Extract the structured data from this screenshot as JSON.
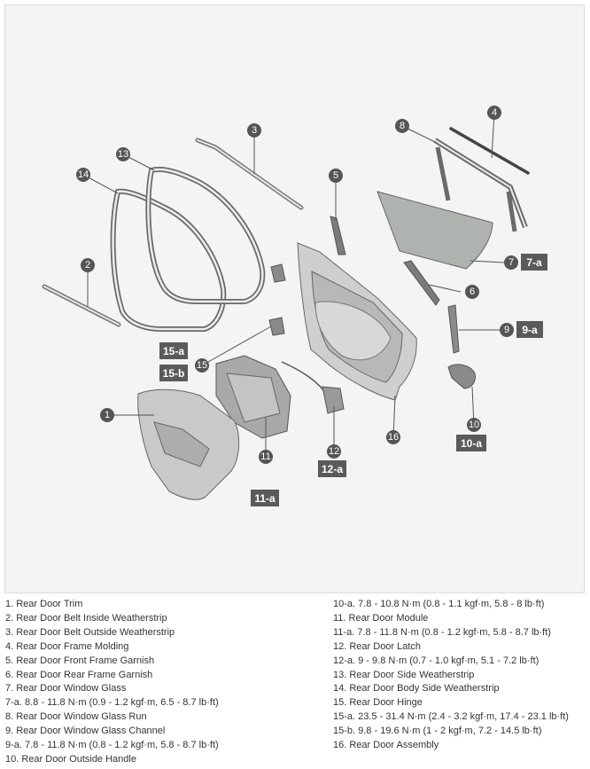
{
  "callouts": {
    "c1": "1",
    "c2": "2",
    "c3": "3",
    "c4": "4",
    "c5": "5",
    "c6": "6",
    "c7": "7",
    "c8": "8",
    "c9": "9",
    "c10": "10",
    "c11": "11",
    "c12": "12",
    "c13": "13",
    "c14": "14",
    "c15": "15",
    "c16": "16"
  },
  "torque_boxes": {
    "b7a": "7-a",
    "b9a": "9-a",
    "b10a": "10-a",
    "b11a": "11-a",
    "b12a": "12-a",
    "b15a": "15-a",
    "b15b": "15-b"
  },
  "legend": {
    "left": [
      "1. Rear Door Trim",
      "2. Rear Door Belt Inside Weatherstrip",
      "3. Rear Door Belt Outside Weatherstrip",
      "4. Rear Door Frame Molding",
      "5. Rear Door Front Frame Garnish",
      "6. Rear Door Rear Frame Garnish",
      "7. Rear Door Window Glass",
      "7-a. 8.8 - 11.8 N·m (0.9 - 1.2 kgf·m, 6.5 - 8.7 lb·ft)",
      "8. Rear Door Window Glass Run",
      "9. Rear Door Window Glass Channel",
      "9-a. 7.8 - 11.8 N·m (0.8 - 1.2 kgf·m, 5.8 - 8.7 lb·ft)",
      "10. Rear Door Outside Handle"
    ],
    "right": [
      "10-a. 7.8 - 10.8 N·m (0.8 - 1.1 kgf·m, 5.8 - 8 lb·ft)",
      "11. Rear Door Module",
      "11-a. 7.8 - 11.8 N·m (0.8 - 1.2 kgf·m, 5.8 - 8.7 lb·ft)",
      "12. Rear Door Latch",
      "12-a. 9 - 9.8 N·m (0.7 - 1.0 kgf·m, 5.1 - 7.2 lb·ft)",
      "13. Rear Door Side Weatherstrip",
      "14. Rear Door Body Side Weatherstrip",
      "15. Rear Door Hinge",
      "15-a. 23.5 - 31.4 N·m (2.4 - 3.2 kgf·m, 17.4 - 23.1 lb·ft)",
      "15-b. 9.8 - 19.6 N·m (1 - 2 kgf·m, 7.2 - 14.5 lb·ft)",
      "16. Rear Door Assembly"
    ]
  }
}
